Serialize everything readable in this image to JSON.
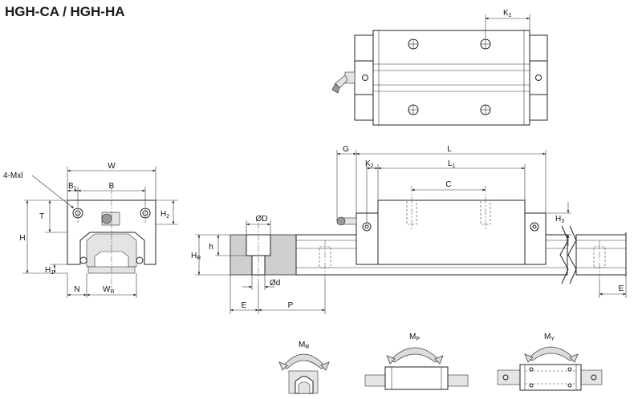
{
  "title": "HGH-CA / HGH-HA",
  "top_view": {
    "k1": "K",
    "k1_sub": "1"
  },
  "side_view": {
    "mounting": "4-Mxl",
    "w": "W",
    "b1": "B",
    "b1_sub": "1",
    "b": "B",
    "t": "T",
    "h2": "H",
    "h2_sub": "2",
    "h": "H",
    "h1": "H",
    "h1_sub": "1",
    "n": "N",
    "wr": "W",
    "wr_sub": "R"
  },
  "front_view": {
    "g": "G",
    "l": "L",
    "k2": "K",
    "k2_sub": "2",
    "l1": "L",
    "l1_sub": "1",
    "c": "C",
    "h3": "H",
    "h3_sub": "3",
    "od": "ØD",
    "hr": "H",
    "hr_sub": "R",
    "h_small": "h",
    "small_d": "Ød",
    "e_left": "E",
    "p": "P",
    "e_right": "E"
  },
  "moments": {
    "mr": "M",
    "mr_sub": "R",
    "mp": "M",
    "mp_sub": "P",
    "my": "M",
    "my_sub": "Y"
  }
}
